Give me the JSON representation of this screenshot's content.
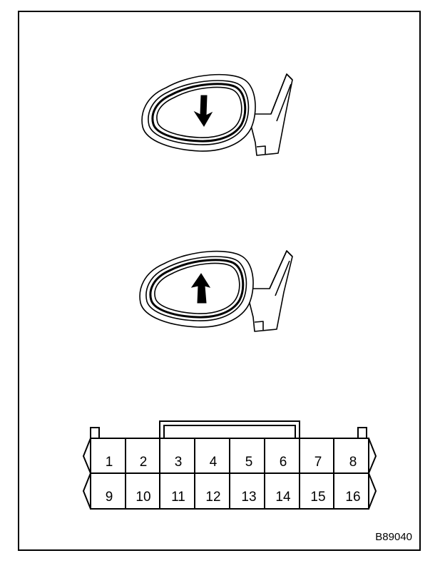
{
  "figure": {
    "mirror_upper": {
      "arrow_direction": "down",
      "icon": "arrow-down-icon"
    },
    "mirror_lower": {
      "arrow_direction": "up",
      "icon": "arrow-up-icon"
    },
    "connector": {
      "top_row": [
        "1",
        "2",
        "3",
        "4",
        "5",
        "6",
        "7",
        "8"
      ],
      "bottom_row": [
        "9",
        "10",
        "11",
        "12",
        "13",
        "14",
        "15",
        "16"
      ]
    },
    "reference_code": "B89040"
  }
}
